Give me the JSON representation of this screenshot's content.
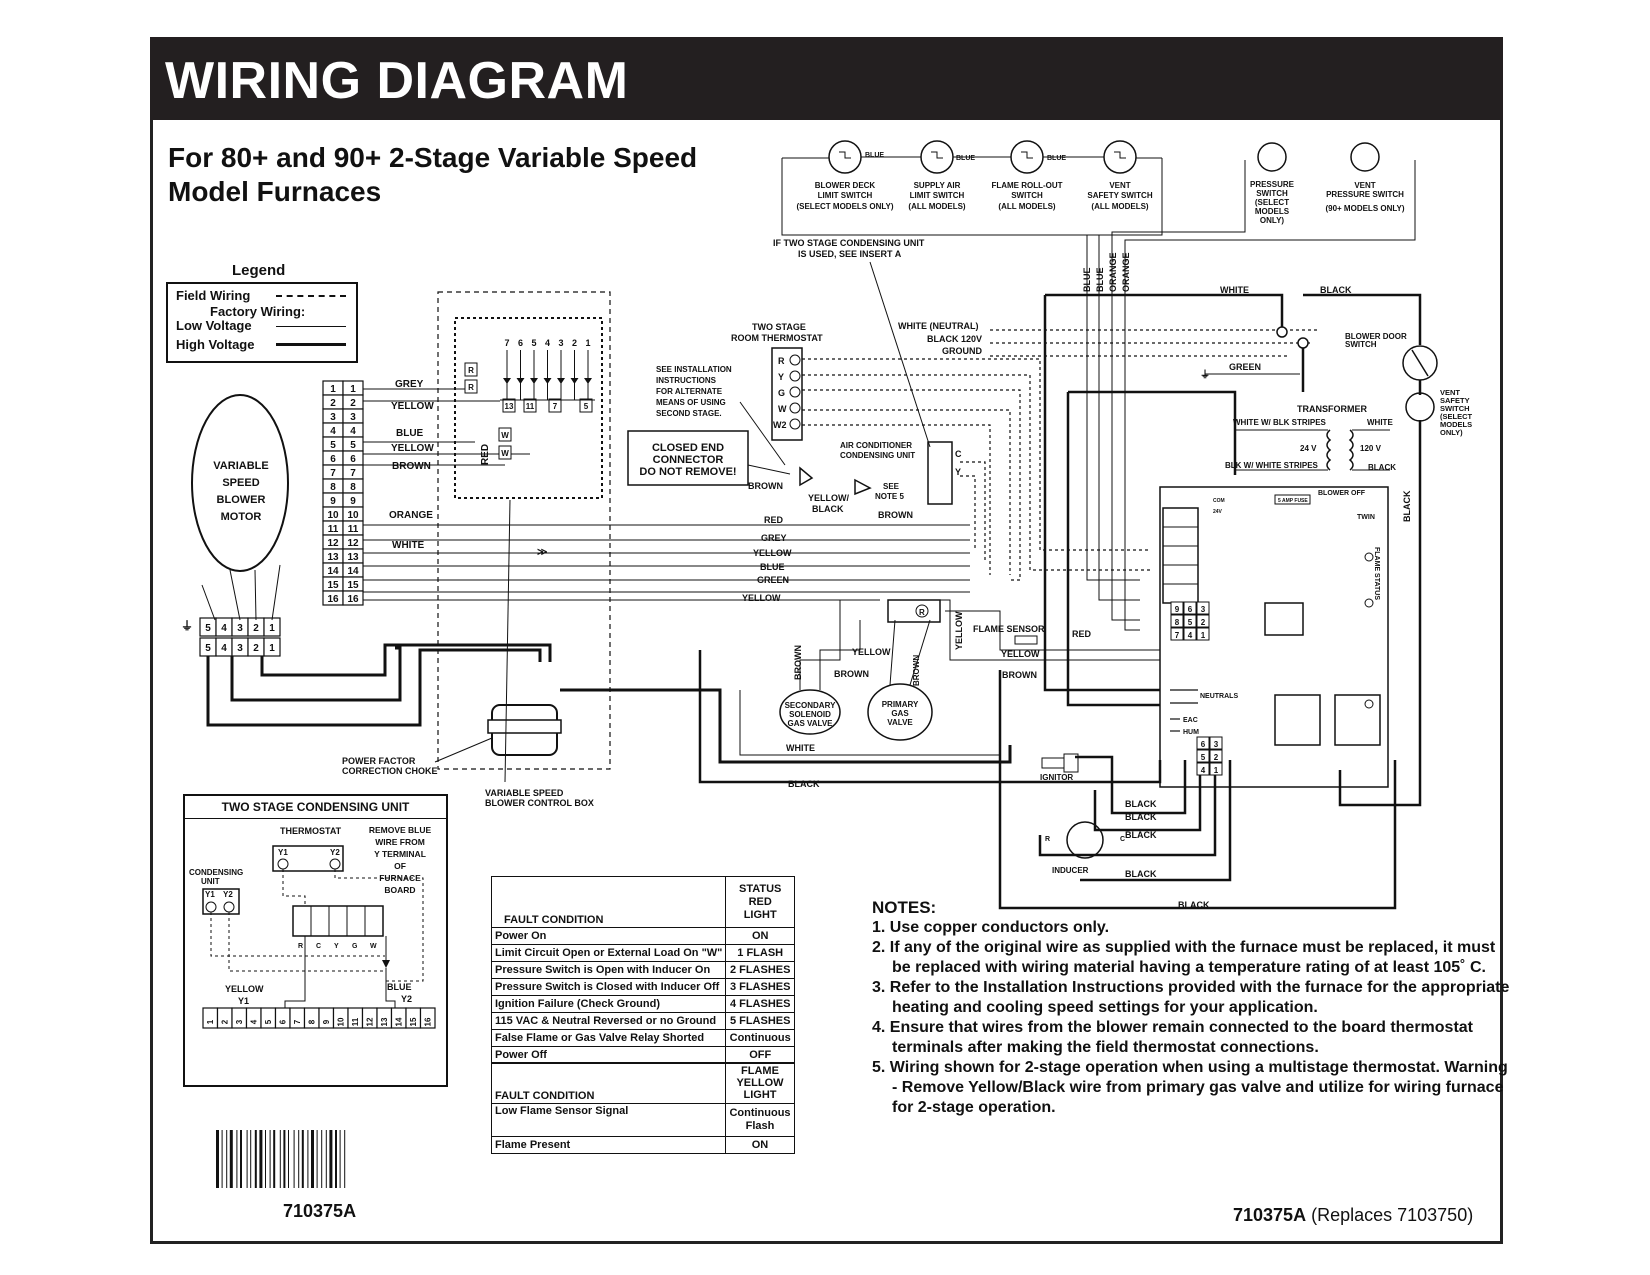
{
  "title": "WIRING DIAGRAM",
  "subtitle_line1": "For 80+ and 90+ 2-Stage Variable Speed",
  "subtitle_line2": "Model Furnaces",
  "legend": {
    "title": "Legend",
    "field_wiring": "Field Wiring",
    "factory_wiring": "Factory Wiring:",
    "low_voltage": "Low Voltage",
    "high_voltage": "High Voltage"
  },
  "motor": {
    "line1": "VARIABLE",
    "line2": "SPEED",
    "line3": "BLOWER",
    "line4": "MOTOR"
  },
  "motor_terminals": [
    "1",
    "2",
    "3",
    "4",
    "5",
    "6",
    "7",
    "8",
    "9",
    "10",
    "11",
    "12",
    "13",
    "14",
    "15",
    "16"
  ],
  "motor_wire_labels": {
    "grey": "GREY",
    "yellow": "YELLOW",
    "blue": "BLUE",
    "yellow2": "YELLOW",
    "brown": "BROWN",
    "orange": "ORANGE",
    "white": "WHITE"
  },
  "power_plug": [
    "5",
    "4",
    "3",
    "2",
    "1"
  ],
  "choke_label": [
    "POWER FACTOR",
    "CORRECTION CHOKE"
  ],
  "control_box_label": [
    "VARIABLE SPEED",
    "BLOWER CONTROL BOX"
  ],
  "dip_numbers": [
    "7",
    "6",
    "5",
    "4",
    "3",
    "2",
    "1"
  ],
  "dip_terms": [
    "R",
    "R",
    "13",
    "11",
    "7",
    "5",
    "W",
    "W"
  ],
  "red_vertical": "RED",
  "switches": [
    {
      "line1": "BLOWER DECK",
      "line2": "LIMIT SWITCH",
      "line3": "(SELECT MODELS ONLY)"
    },
    {
      "line1": "SUPPLY AIR",
      "line2": "LIMIT SWITCH",
      "line3": "(ALL MODELS)"
    },
    {
      "line1": "FLAME ROLL-OUT",
      "line2": "SWITCH",
      "line3": "(ALL MODELS)"
    },
    {
      "line1": "VENT",
      "line2": "SAFETY SWITCH",
      "line3": "(ALL MODELS)"
    }
  ],
  "switch_wire": "BLUE",
  "pressure_switch": [
    "PRESSURE",
    "SWITCH",
    "(SELECT",
    "MODELS",
    "ONLY)"
  ],
  "vent_pressure_switch": [
    "VENT",
    "PRESSURE SWITCH",
    "(90+ MODELS ONLY)"
  ],
  "vertical_wires": [
    "BLUE",
    "BLUE",
    "ORANGE",
    "ORANGE"
  ],
  "insert_note": [
    "IF TWO STAGE CONDENSING UNIT",
    "IS USED, SEE INSERT A"
  ],
  "thermostat_title": [
    "TWO STAGE",
    "ROOM THERMOSTAT"
  ],
  "thermostat_terms": [
    "R",
    "Y",
    "G",
    "W",
    "W2"
  ],
  "see_install": [
    "SEE INSTALLATION",
    "INSTRUCTIONS",
    "FOR ALTERNATE",
    "MEANS OF USING",
    "SECOND STAGE."
  ],
  "closed_end": [
    "CLOSED END",
    "CONNECTOR",
    "DO NOT REMOVE!"
  ],
  "ac_unit": [
    "AIR CONDITIONER",
    "CONDENSING UNIT"
  ],
  "ac_terms": [
    "C",
    "Y"
  ],
  "see_note5": [
    "SEE",
    "NOTE 5"
  ],
  "yellow_black": [
    "YELLOW/",
    "BLACK"
  ],
  "power_labels": {
    "white_neutral": "WHITE (NEUTRAL)",
    "black120": "BLACK 120V",
    "ground": "GROUND",
    "green": "GREEN",
    "white": "WHITE",
    "black": "BLACK"
  },
  "blower_door": [
    "BLOWER DOOR",
    "SWITCH"
  ],
  "vent_safety": [
    "VENT",
    "SAFETY",
    "SWITCH",
    "(SELECT",
    "MODELS",
    "ONLY)"
  ],
  "transformer": {
    "title": "TRANSFORMER",
    "wbs": "WHITE W/ BLK STRIPES",
    "white": "WHITE",
    "v24": "24 V",
    "v120": "120 V",
    "bws": "BLK W/ WHITE STRIPES",
    "black": "BLACK"
  },
  "board_wires": [
    "BROWN",
    "BROWN",
    "RED",
    "GREY",
    "YELLOW",
    "BLUE",
    "GREEN",
    "YELLOW"
  ],
  "valve_labels": {
    "brown_v": "BROWN",
    "yellow": "YELLOW",
    "brown": "BROWN",
    "brown_v2": "BROWN",
    "yellow_v": "YELLOW",
    "flame_sensor": "FLAME SENSOR",
    "red": "RED",
    "yellow2": "YELLOW",
    "brown2": "BROWN",
    "white": "WHITE",
    "black": "BLACK"
  },
  "secondary_valve": [
    "SECONDARY",
    "SOLENOID",
    "GAS VALVE"
  ],
  "primary_valve": [
    "PRIMARY",
    "GAS",
    "VALVE"
  ],
  "board_text": {
    "neutrals": "NEUTRALS",
    "eac": "EAC",
    "hum": "HUM",
    "twin": "TWIN",
    "flame_status": "FLAME STATUS",
    "blower_off": "BLOWER OFF",
    "fuse": "5 AMP FUSE",
    "com": "COM",
    "v24": "24V",
    "black_v": "BLACK"
  },
  "plug9": [
    "9",
    "6",
    "3",
    "8",
    "5",
    "2",
    "7",
    "4",
    "1"
  ],
  "plug6": [
    "6",
    "3",
    "5",
    "2",
    "4",
    "1"
  ],
  "ignitor": "IGNITOR",
  "inducer": "INDUCER",
  "inducer_terms": [
    "R",
    "C"
  ],
  "bottom_blacks": [
    "BLACK",
    "BLACK",
    "BLACK",
    "BLACK",
    "BLACK"
  ],
  "two_stage_unit": {
    "title": "TWO STAGE CONDENSING UNIT",
    "thermostat": "THERMOSTAT",
    "y1": "Y1",
    "y2": "Y2",
    "condensing_unit": [
      "CONDENSING",
      "UNIT"
    ],
    "remove_note": [
      "REMOVE BLUE",
      "WIRE FROM",
      "Y TERMINAL",
      "OF",
      "FURNACE",
      "BOARD"
    ],
    "board_terms": [
      "R",
      "C",
      "Y",
      "G",
      "W"
    ],
    "yellow": "YELLOW",
    "blue": "BLUE",
    "terminals": [
      "1",
      "2",
      "3",
      "4",
      "5",
      "6",
      "7",
      "8",
      "9",
      "10",
      "11",
      "12",
      "13",
      "14",
      "15",
      "16"
    ]
  },
  "fault_table1": {
    "header_condition": "FAULT CONDITION",
    "header_status": [
      "STATUS",
      "RED",
      "LIGHT"
    ],
    "rows": [
      [
        "Power On",
        "ON"
      ],
      [
        "Limit Circuit Open or External Load On \"W\"",
        "1 FLASH"
      ],
      [
        "Pressure Switch is Open with Inducer On",
        "2 FLASHES"
      ],
      [
        "Pressure Switch is Closed with Inducer Off",
        "3 FLASHES"
      ],
      [
        "Ignition Failure (Check Ground)",
        "4 FLASHES"
      ],
      [
        "115 VAC & Neutral Reversed or  no Ground",
        "5 FLASHES"
      ],
      [
        "False Flame or Gas Valve Relay Shorted",
        "Continuous"
      ],
      [
        "Power Off",
        "OFF"
      ]
    ]
  },
  "fault_table2": {
    "header_condition": "FAULT CONDITION",
    "header_status": [
      "FLAME",
      "YELLOW",
      "LIGHT"
    ],
    "rows": [
      [
        "Low Flame Sensor Signal",
        "Continuous Flash"
      ],
      [
        "Flame Present",
        "ON"
      ]
    ]
  },
  "notes": {
    "title": "NOTES:",
    "items": [
      "1. Use copper conductors only.",
      "2. If any of the original wire as supplied with the furnace must be replaced, it must be replaced with wiring material having a temperature rating of at least 105˚ C.",
      "3. Refer to the Installation Instructions provided with the furnace for the appropriate heating and cooling speed settings for your application.",
      "4. Ensure that wires from the blower remain connected to the board thermostat terminals after making the field thermostat connections.",
      "5. Wiring shown for 2-stage operation when using a multistage thermostat. Warning - Remove Yellow/Black wire from primary gas valve and utilize for wiring furnace for 2-stage operation."
    ]
  },
  "part_number": "710375A",
  "replaces": "(Replaces 7103750)"
}
